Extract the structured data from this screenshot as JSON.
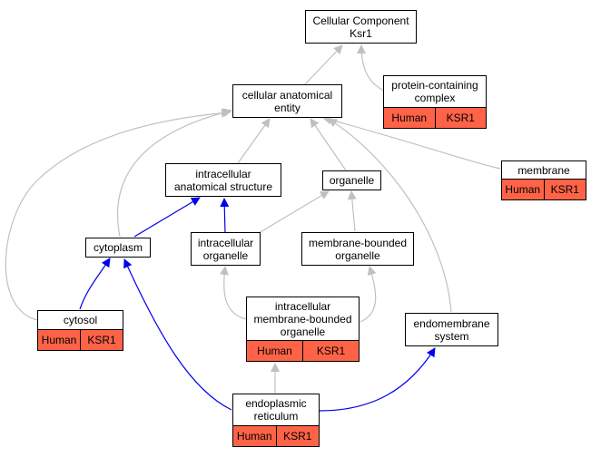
{
  "nodes": {
    "cellular_component": {
      "label": "Cellular Component\nKsr1"
    },
    "cellular_anatomical_entity": {
      "label": "cellular anatomical\nentity"
    },
    "protein_containing_complex": {
      "label": "protein-containing\ncomplex",
      "annotation": [
        "Human",
        "KSR1"
      ]
    },
    "intracellular_anatomical_structure": {
      "label": "intracellular\nanatomical structure"
    },
    "organelle": {
      "label": "organelle"
    },
    "membrane": {
      "label": "membrane",
      "annotation": [
        "Human",
        "KSR1"
      ]
    },
    "cytoplasm": {
      "label": "cytoplasm"
    },
    "intracellular_organelle": {
      "label": "intracellular\norganelle"
    },
    "membrane_bounded_organelle": {
      "label": "membrane-bounded\norganelle"
    },
    "cytosol": {
      "label": "cytosol",
      "annotation": [
        "Human",
        "KSR1"
      ]
    },
    "intracellular_membrane_bounded_organelle": {
      "label": "intracellular\nmembrane-bounded\norganelle",
      "annotation": [
        "Human",
        "KSR1"
      ]
    },
    "endomembrane_system": {
      "label": "endomembrane\nsystem"
    },
    "endoplasmic_reticulum": {
      "label": "endoplasmic\nreticulum",
      "annotation": [
        "Human",
        "KSR1"
      ]
    }
  },
  "colors": {
    "is_a_edge": "#c0c0c0",
    "part_of_edge": "#0000ee",
    "annotation_fill": "#ff6347"
  }
}
